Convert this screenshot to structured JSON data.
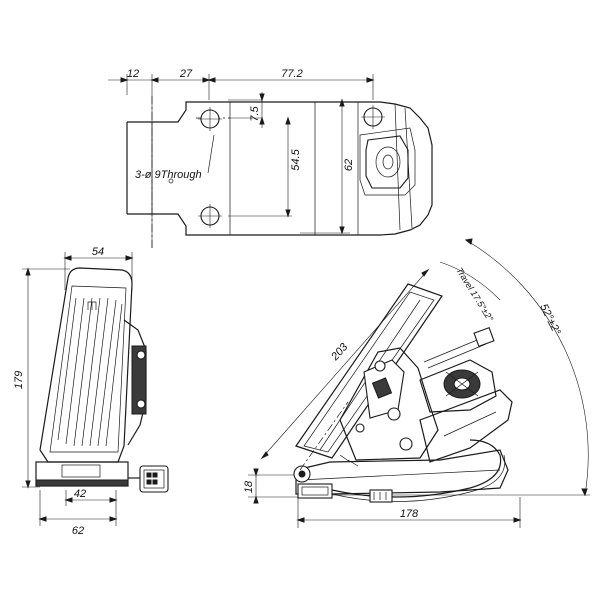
{
  "top_view": {
    "dim_left": "12",
    "dim_middle": "27",
    "dim_right": "77.2",
    "dim_hole_offset": "7.5",
    "dim_hole_spacing": "54.5",
    "dim_height": "62",
    "hole_note": "3-ø 9Through"
  },
  "side_view": {
    "dim_width_top": "54",
    "dim_height": "179",
    "dim_base_inner": "42",
    "dim_base_outer": "62"
  },
  "iso_view": {
    "dim_length": "203",
    "dim_travel": "Travel 17.5°±2°",
    "dim_angle": "52°±2°",
    "dim_base_height": "18",
    "dim_base_width": "178"
  }
}
